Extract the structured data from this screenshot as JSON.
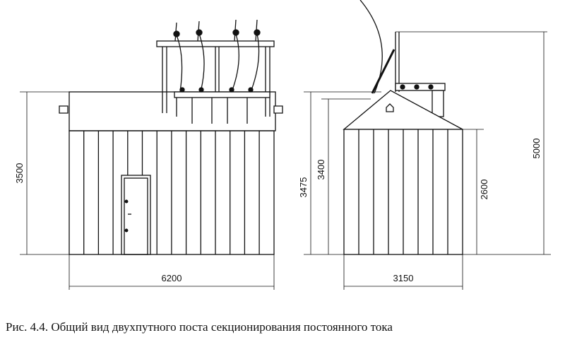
{
  "caption": "Рис. 4.4. Общий вид двухпутного поста секционирования постоянного тока",
  "front_view": {
    "height_dim": "3500",
    "width_dim": "6200"
  },
  "side_view": {
    "height_dim_total": "3475",
    "height_dim_eave_top": "3400",
    "height_dim_wall": "2600",
    "height_dim_mast": "5000",
    "width_dim": "3150"
  },
  "colors": {
    "ink": "#111111",
    "background": "#ffffff"
  }
}
